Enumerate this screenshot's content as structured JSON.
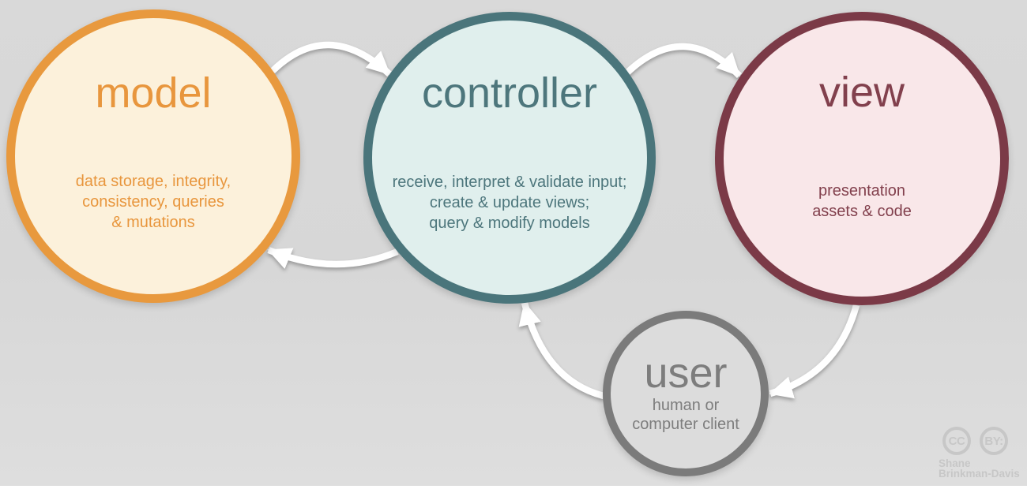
{
  "colors": {
    "bg_top": "#d9d9d9",
    "bg_bottom": "#dedede",
    "bottom_strip": "#ffffff",
    "arrow": "#ffffff",
    "model_border": "#e8993e",
    "model_fill": "#fcf1db",
    "model_text": "#e8963d",
    "controller_border": "#4a757b",
    "controller_fill": "#e0efed",
    "controller_text": "#4d767c",
    "view_border": "#7b3a47",
    "view_fill": "#f9e7e9",
    "view_text": "#82404d",
    "user_border": "#7b7b7b",
    "user_fill": "#dcdcdc",
    "user_text": "#7d7d7d",
    "attribution_text": "#c7c7c7"
  },
  "nodes": {
    "model": {
      "title": "model",
      "description": "data storage, integrity,\nconsistency, queries\n& mutations"
    },
    "controller": {
      "title": "controller",
      "description": "receive, interpret & validate input;\ncreate & update views;\nquery & modify models"
    },
    "view": {
      "title": "view",
      "description": "presentation\nassets & code"
    },
    "user": {
      "title": "user",
      "description": "human or\ncomputer client"
    }
  },
  "attribution": {
    "cc_label": "CC",
    "by_label": "BY:",
    "author_line1": "Shane",
    "author_line2": "Brinkman-Davis"
  }
}
